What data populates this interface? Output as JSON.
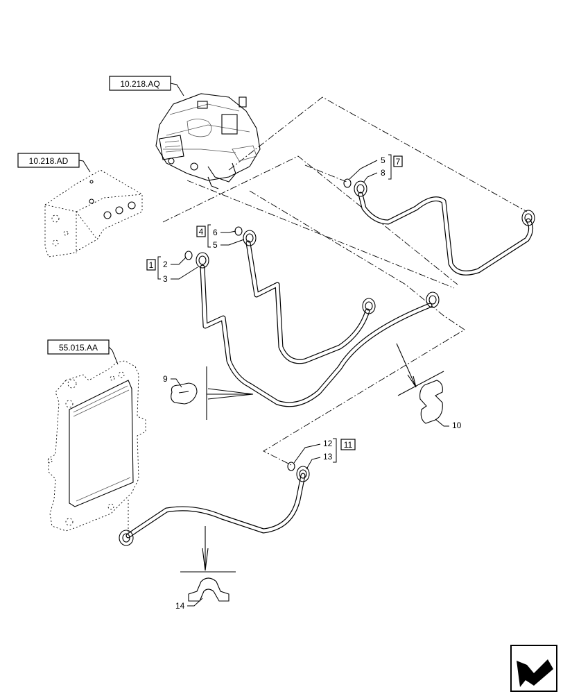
{
  "references": {
    "pump": "10.218.AQ",
    "bracket": "10.218.AD",
    "ecu": "55.015.AA"
  },
  "callouts": {
    "c1": "1",
    "c2": "2",
    "c3": "3",
    "c4": "4",
    "c5a": "5",
    "c5b": "5",
    "c6": "6",
    "c7": "7",
    "c8": "8",
    "c9": "9",
    "c10": "10",
    "c11": "11",
    "c12": "12",
    "c13": "13",
    "c14": "14"
  },
  "icons": {
    "corner": "next-page-arrow-icon"
  }
}
